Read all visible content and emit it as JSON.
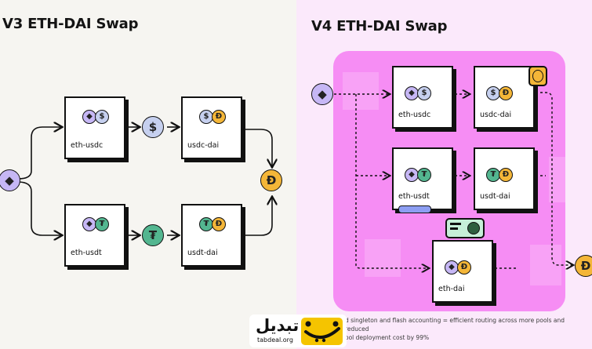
{
  "left": {
    "title": "V3 ETH-DAI Swap",
    "cards": {
      "eth_usdc": "eth-usdc",
      "usdc_dai": "usdc-dai",
      "eth_usdt": "eth-usdt",
      "usdt_dai": "usdt-dai"
    }
  },
  "right": {
    "title": "V4 ETH-DAI Swap",
    "cards": {
      "eth_usdc": "eth-usdc",
      "usdc_dai": "usdc-dai",
      "eth_usdt": "eth-usdt",
      "usdt_dai": "usdt-dai",
      "eth_dai": "eth-dai"
    },
    "caption_line1": "d singleton and flash accounting = efficient routing across more pools and reduced",
    "caption_line2": "ool deployment cost by 99%"
  },
  "watermark": {
    "text": "تبدیل",
    "domain": "tabdeal.org"
  },
  "colors": {
    "pink": "#f68df4",
    "eth": "#c6b7f5",
    "usdc": "#c6d0ef",
    "dai": "#f4b638",
    "usdt": "#53b690"
  },
  "icons": {
    "eth": "ethereum-icon",
    "usdc": "usdc-icon",
    "dai": "dai-icon",
    "usdt": "usdt-icon",
    "hook": "hook-device-icon"
  }
}
